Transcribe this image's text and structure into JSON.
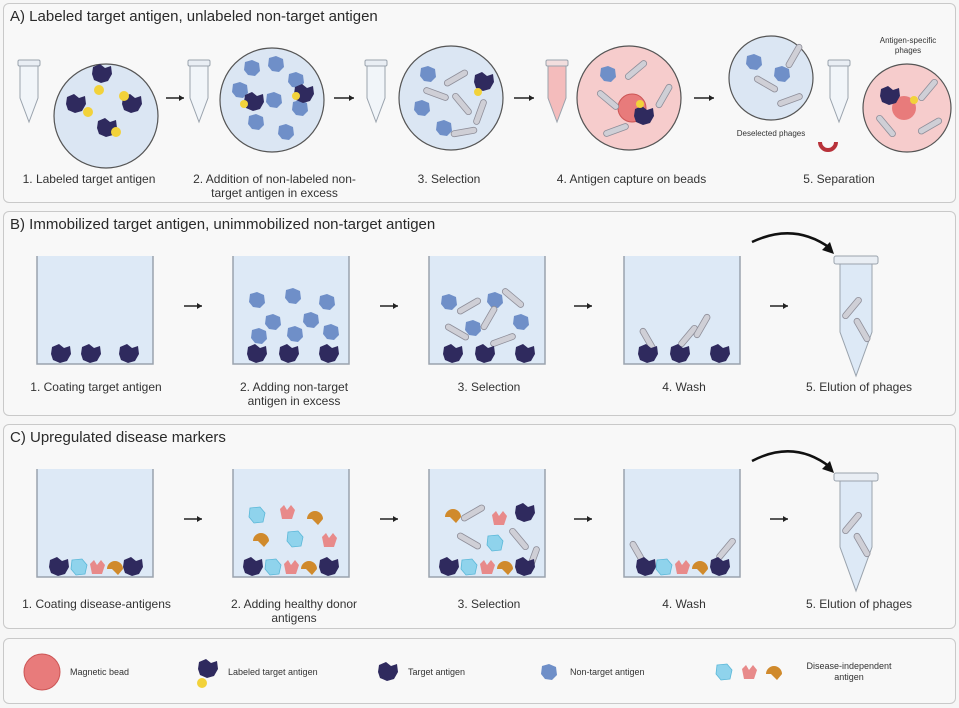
{
  "panel_a": {
    "title": "A) Labeled target antigen, unlabeled non-target antigen",
    "steps": [
      "1. Labeled target antigen",
      "2. Addition of non-labeled non-target antigen in excess",
      "3. Selection",
      "4. Antigen capture on beads",
      "5. Separation"
    ],
    "annotations": {
      "deselected": "Deselected phages",
      "specific": "Antigen-specific phages"
    }
  },
  "panel_b": {
    "title": "B) Immobilized target antigen, unimmobilized non-target antigen",
    "steps": [
      "1. Coating target antigen",
      "2. Adding non-target antigen in excess",
      "3. Selection",
      "4. Wash",
      "5. Elution of phages"
    ]
  },
  "panel_c": {
    "title": "C) Upregulated disease markers",
    "steps": [
      "1. Coating disease-antigens",
      "2. Adding healthy donor antigens",
      "3. Selection",
      "4. Wash",
      "5. Elution of phages"
    ]
  },
  "legend": {
    "magnetic_bead": "Magnetic bead",
    "labeled_target": "Labeled target antigen",
    "target": "Target antigen",
    "non_target": "Non-target antigen",
    "disease_independent": "Disease-independent antigen"
  },
  "colors": {
    "target": "#2f2a5e",
    "non_target": "#6f8fc8",
    "label_dot": "#f2d23a",
    "bead": "#e87b7b",
    "well_fill": "#dde9f6",
    "cyan_antigen": "#8fd3ec",
    "pink_antigen": "#e88a8a",
    "orange_antigen": "#d08a2c",
    "phage": "#cfcfd6"
  }
}
